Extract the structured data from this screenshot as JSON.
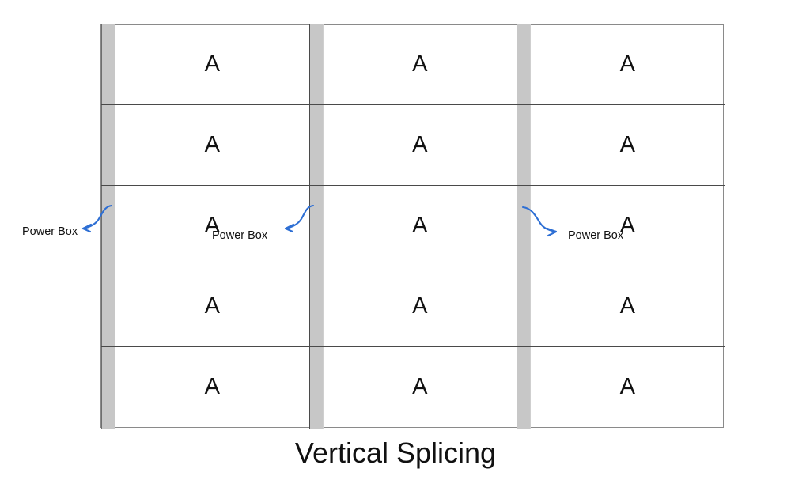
{
  "diagram": {
    "title": "Vertical Splicing",
    "colors": {
      "power_box_strip": "#c7c7c7",
      "panel_border": "#4a4a4a",
      "outer_border": "#8a8a8a",
      "arrow": "#2e6fd4",
      "text": "#111111",
      "background": "#ffffff"
    },
    "grid": {
      "columns": 3,
      "rows": 5,
      "cell_label": "A",
      "cells": [
        [
          "A",
          "A",
          "A",
          "A",
          "A"
        ],
        [
          "A",
          "A",
          "A",
          "A",
          "A"
        ],
        [
          "A",
          "A",
          "A",
          "A",
          "A"
        ]
      ]
    },
    "annotations": [
      {
        "id": "power-box-1",
        "label": "Power Box",
        "arrow_direction": "left",
        "target": "column-1-strip"
      },
      {
        "id": "power-box-2",
        "label": "Power Box",
        "arrow_direction": "left",
        "target": "column-2-strip"
      },
      {
        "id": "power-box-3",
        "label": "Power Box",
        "arrow_direction": "right",
        "target": "column-3-strip"
      }
    ]
  }
}
